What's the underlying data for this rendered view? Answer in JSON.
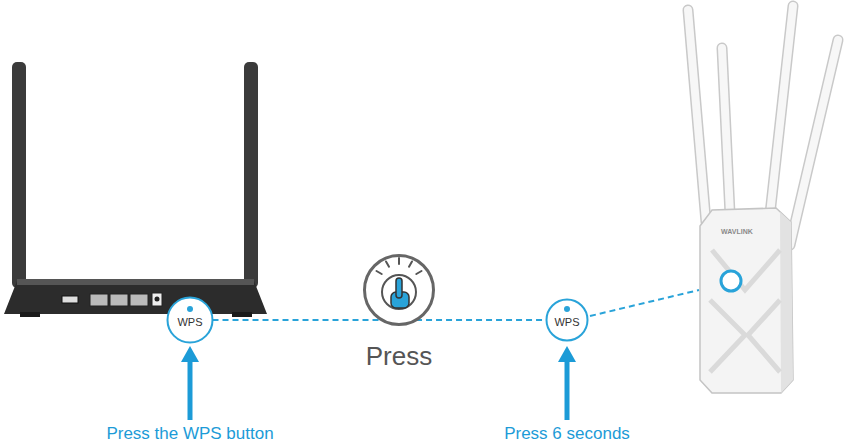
{
  "diagram": {
    "nodes": [
      {
        "text": [
          "WPS"
        ]
      },
      {
        "text": [
          "Press"
        ]
      },
      {
        "text": [
          "WPS"
        ]
      }
    ],
    "edges": [
      {
        "from": 0,
        "to": 1,
        "arrow": "none"
      },
      {
        "from": 1,
        "to": 2,
        "arrow": "none"
      }
    ],
    "labels": [
      "Press the WPS button",
      "Press 6 seconds",
      "WAVLINK"
    ]
  }
}
